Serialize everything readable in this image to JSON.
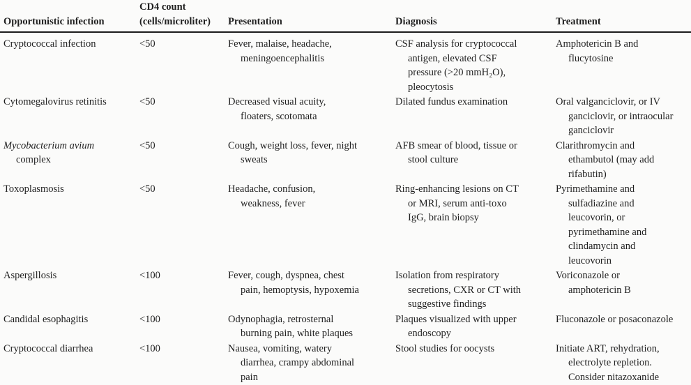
{
  "page": {
    "background_color": "#fbfbfa",
    "text_color": "#1f1f1f",
    "rule_color": "#1c1c1c"
  },
  "table": {
    "headers": [
      "Opportunistic infection",
      "CD4 count\n(cells/microliter)",
      "Presentation",
      "Diagnosis",
      "Treatment"
    ],
    "rows": [
      {
        "infection_italic": "",
        "infection": "Cryptococcal infection",
        "cd4": "<50",
        "presentation": "Fever, malaise, headache,\nmeningoencephalitis",
        "diagnosis": "CSF analysis for cryptococcal\nantigen, elevated CSF\npressure (>20 mmH₂O),\npleocytosis",
        "treatment": "Amphotericin B and\nflucytosine"
      },
      {
        "infection_italic": "",
        "infection": "Cytomegalovirus retinitis",
        "cd4": "<50",
        "presentation": "Decreased visual acuity,\nfloaters, scotomata",
        "diagnosis": "Dilated fundus examination",
        "treatment": "Oral valganciclovir, or IV\nganciclovir, or intraocular\nganciclovir"
      },
      {
        "infection_italic": "Mycobacterium avium",
        "infection": "\ncomplex",
        "cd4": "<50",
        "presentation": "Cough, weight loss, fever, night\nsweats",
        "diagnosis": "AFB smear of blood, tissue or\nstool culture",
        "treatment": "Clarithromycin and\nethambutol (may add\nrifabutin)"
      },
      {
        "infection_italic": "",
        "infection": "Toxoplasmosis",
        "cd4": "<50",
        "presentation": "Headache, confusion,\nweakness, fever",
        "diagnosis": "Ring-enhancing lesions on CT\nor MRI, serum anti-toxo\nIgG, brain biopsy",
        "treatment": "Pyrimethamine and\nsulfadiazine and\nleucovorin, or\npyrimethamine and\nclindamycin and\nleucovorin"
      },
      {
        "infection_italic": "",
        "infection": "Aspergillosis",
        "cd4": "<100",
        "presentation": "Fever, cough, dyspnea, chest\npain, hemoptysis, hypoxemia",
        "diagnosis": "Isolation from respiratory\nsecretions, CXR or CT with\nsuggestive findings",
        "treatment": "Voriconazole or\namphotericin B"
      },
      {
        "infection_italic": "",
        "infection": "Candidal esophagitis",
        "cd4": "<100",
        "presentation": "Odynophagia, retrosternal\nburning pain, white plaques",
        "diagnosis": "Plaques visualized with upper\nendoscopy",
        "treatment": "Fluconazole or posaconazole"
      },
      {
        "infection_italic": "",
        "infection": "Cryptococcal diarrhea",
        "cd4": "<100",
        "presentation": "Nausea, vomiting, watery\ndiarrhea, crampy abdominal\npain",
        "diagnosis": "Stool studies for oocysts",
        "treatment": "Initiate ART, rehydration,\nelectrolyte repletion.\nConsider nitazoxanide"
      }
    ]
  }
}
